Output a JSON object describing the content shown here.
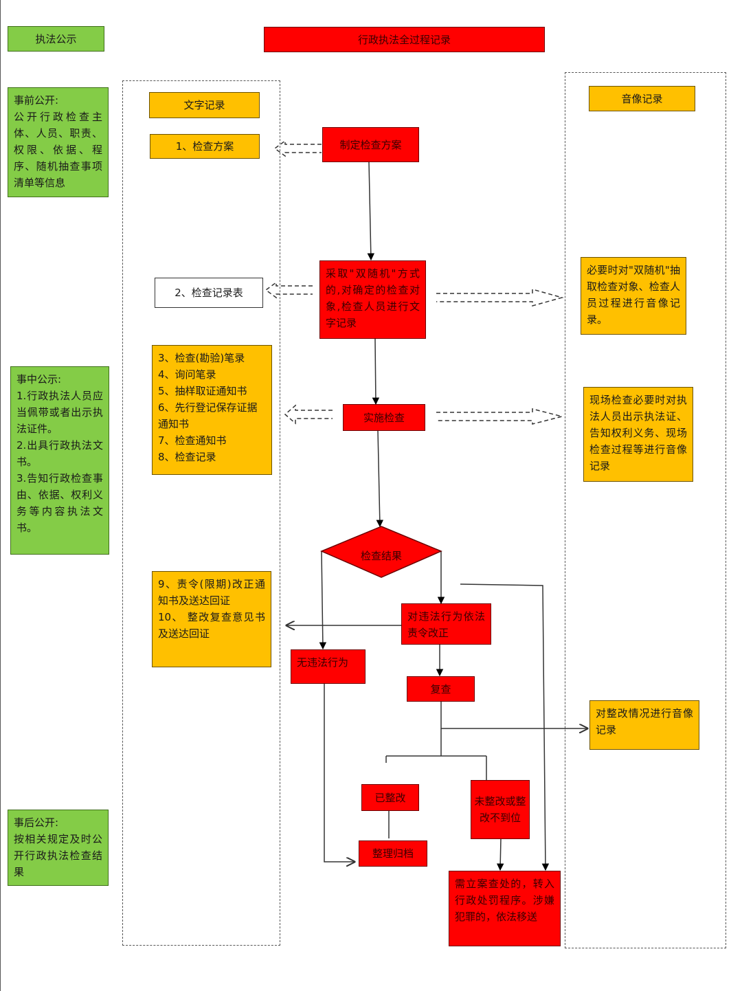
{
  "left": {
    "publicity_title": "执法公示",
    "pre": "事前公开:\n公开行政检查主体、人员、职责、权限、依据、程序、随机抽查事项清单等信息",
    "during": "事中公示:\n1.行政执法人员应当佩带或者出示执法证件。\n2.出具行政执法文书。\n3.告知行政检查事由、依据、权利义务等内容执法文书。",
    "post": "事后公开:\n按相关规定及时公开行政执法检查结果"
  },
  "header": {
    "title": "行政执法全过程记录"
  },
  "text_record": {
    "title": "文字记录",
    "item1": "1、检查方案",
    "item2": "2、检查记录表",
    "items3_8": "3、检查(勘验)笔录\n4、询问笔录\n5、抽样取证通知书\n6、先行登记保存证据通知书\n7、检查通知书\n8、检查记录",
    "items9_10": "9、责令(限期)改正通知书及送达回证\n10、 整改复查意见书及送达回证"
  },
  "flow": {
    "step1": "制定检查方案",
    "step2": "采取\"双随机\"方式的,对确定的检查对象,检查人员进行文字记录",
    "step3": "实施检查",
    "decision": "检查结果",
    "order_correct": "对违法行为依法责令改正",
    "no_violation": "无违法行为",
    "recheck": "复查",
    "rectified": "已整改",
    "not_rectified": "未整改或整改不到位",
    "archive": "整理归档",
    "penalty": "需立案查处的，转入行政处罚程序。涉嫌犯罪的，依法移送"
  },
  "av_record": {
    "title": "音像记录",
    "item1": "必要时对\"双随机\"抽取检查对象、检查人员过程进行音像记录。",
    "item2": "现场检查必要时对执法人员出示执法证、告知权利义务、现场检查过程等进行音像记录",
    "item3": "对整改情况进行音像记录"
  },
  "colors": {
    "green": "#84cc47",
    "red": "#ff0000",
    "yellow": "#ffc000"
  }
}
